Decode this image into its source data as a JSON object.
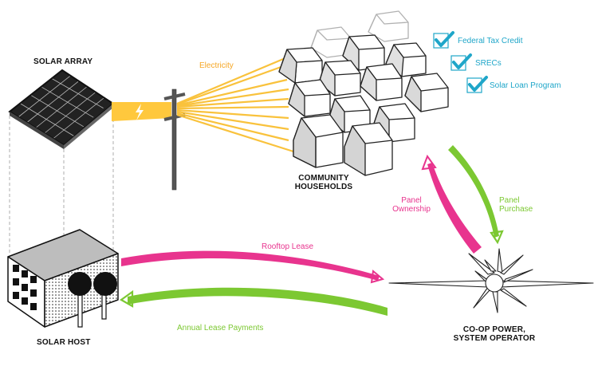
{
  "labels": {
    "solar_array": "SOLAR ARRAY",
    "electricity": "Electricity",
    "community_households": [
      "COMMUNITY",
      "HOUSEHOLDS"
    ],
    "solar_host": "SOLAR HOST",
    "co_op": [
      "CO-OP POWER,",
      "SYSTEM OPERATOR"
    ],
    "panel_ownership": [
      "Panel",
      "Ownership"
    ],
    "panel_purchase": [
      "Panel",
      "Purchase"
    ],
    "rooftop_lease": "Rooftop Lease",
    "annual_lease_payments": "Annual Lease Payments"
  },
  "incentives": [
    "Federal Tax Credit",
    "SRECs",
    "Solar Loan Program"
  ],
  "colors": {
    "electricity": "#f5a623",
    "lease": "#e8348e",
    "payment": "#7cc832",
    "incentive": "#1fa6c9"
  }
}
